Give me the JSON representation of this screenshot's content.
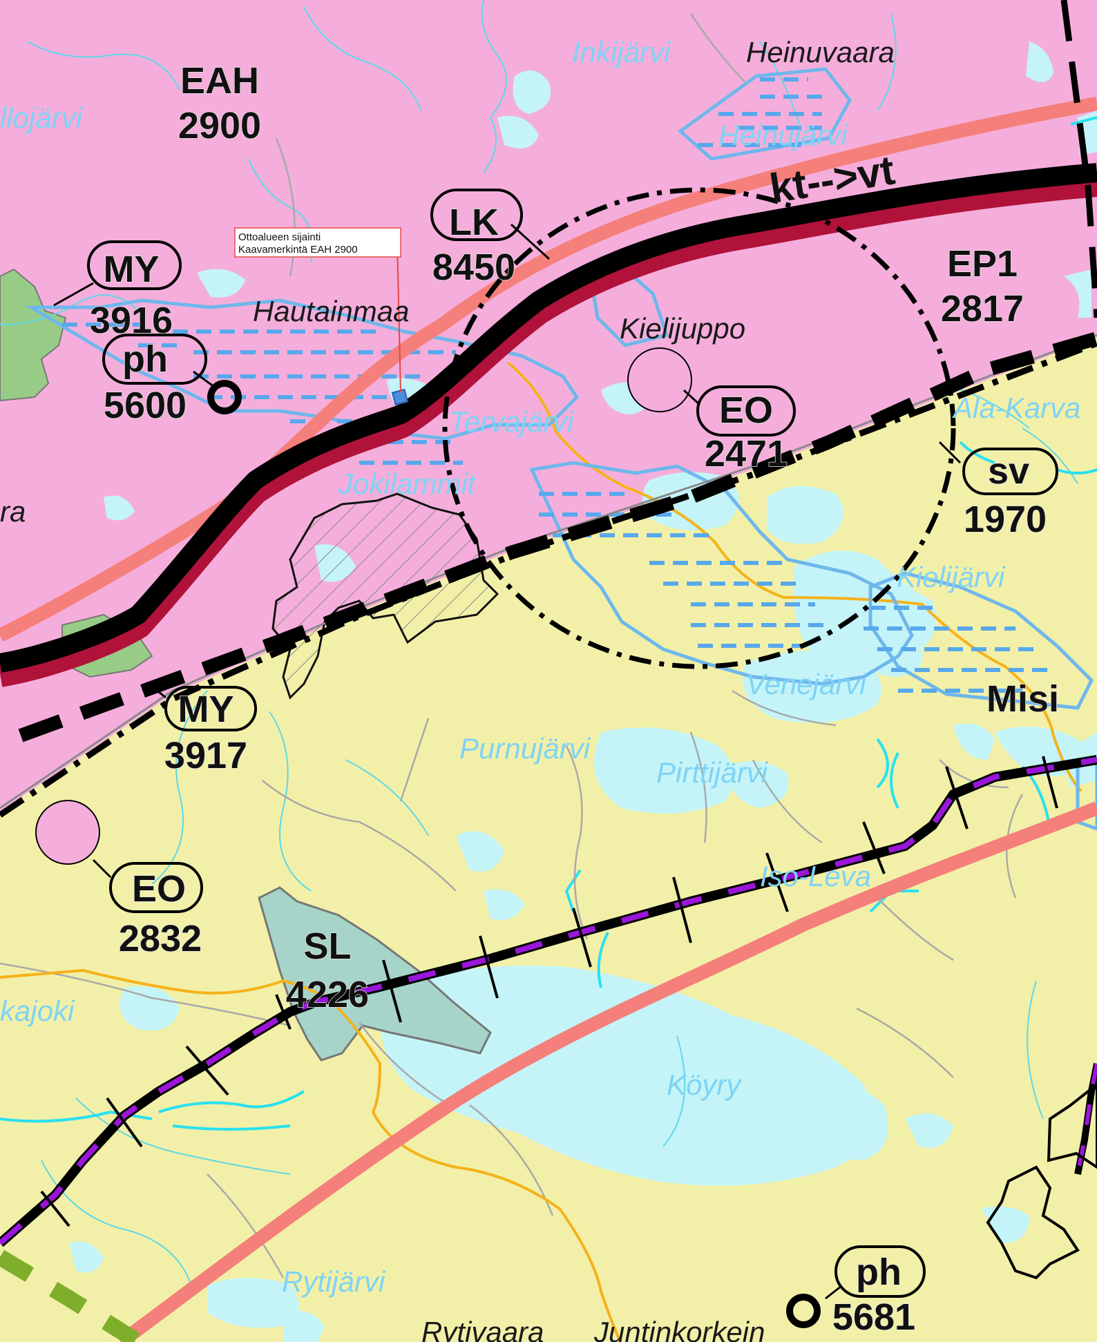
{
  "colors": {
    "rural_area": "#f2f0a8",
    "development_zone": "#f5aedb",
    "water": "#c4f4f8",
    "forest_area": "#98cc86",
    "protected_area": "#a6d4c8",
    "road_main": "#000000",
    "road_main_edge": "#b0123a",
    "corridor": "#f57f7a",
    "power_line": "#9b16d8",
    "route_green": "#7fae2a",
    "mire_outline": "#6fb7ec"
  },
  "note": {
    "line1": "Ottoalueen sijainti",
    "line2": "Kaavamerkintä EAH 2900"
  },
  "areas": {
    "eah": {
      "code": "EAH",
      "number": "2900"
    },
    "ep1": {
      "code": "EP1",
      "number": "2817"
    },
    "lk": {
      "code": "LK",
      "number": "8450"
    },
    "my_3916": {
      "code": "MY",
      "number": "3916"
    },
    "my_3917": {
      "code": "MY",
      "number": "3917"
    },
    "ph_5600": {
      "code": "ph",
      "number": "5600"
    },
    "ph_5681": {
      "code": "ph",
      "number": "5681"
    },
    "eo_2471": {
      "code": "EO",
      "number": "2471"
    },
    "eo_2832": {
      "code": "EO",
      "number": "2832"
    },
    "sv_1970": {
      "code": "sv",
      "number": "1970"
    },
    "sl_4226": {
      "code": "SL",
      "number": "4226"
    }
  },
  "road_label": "kt-->vt",
  "places": {
    "heinuvaara": "Heinuvaara",
    "hautainmaa": "Hautainmaa",
    "kielijuppo": "Kielijuppo",
    "misi": "Misi",
    "rytivaara": "Rytivaara",
    "juntinkorkein": "Juntinkorkein",
    "ra_fragment": "ra"
  },
  "waters": {
    "inkijarvi": "Inkijärvi",
    "heinujarvi": "Heinujärvi",
    "llojarvi": "llojärvi",
    "tervajarvi": "Tervajärvi",
    "jokilammit": "Jokilammit",
    "ala_karva": "Ala-Karva",
    "kielijarvi": "Kielijärvi",
    "venejarvi": "Venejärvi",
    "purnujarvi": "Purnujärvi",
    "pirttijarvi": "Pirttijärvi",
    "iso_leva": "Iso-Leva",
    "kajoki": "kajoki",
    "koyry": "Köyry",
    "rytijarvi": "Rytijärvi"
  }
}
